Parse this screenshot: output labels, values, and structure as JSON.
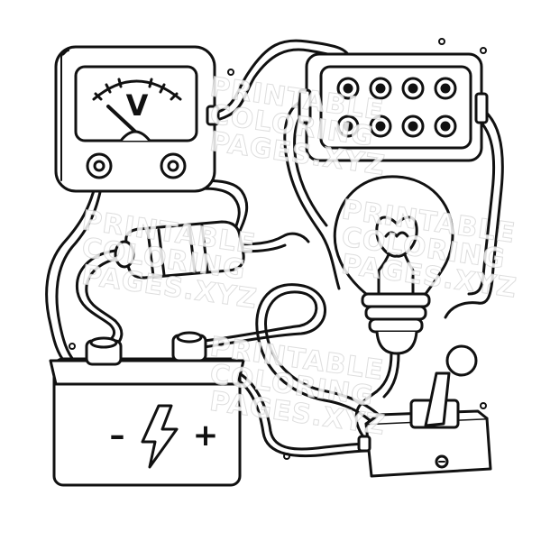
{
  "meter": {
    "unit_label": "V"
  },
  "battery": {
    "minus_label": "–",
    "plus_label": "+"
  },
  "watermarks": [
    {
      "line1": "PRINTABLE",
      "line2": "COLORING",
      "line3": "PAGES.XYZ"
    },
    {
      "line1": "PRINTABLE",
      "line2": "COLORING",
      "line3": "PAGES.XYZ"
    },
    {
      "line1": "PRINTABLE",
      "line2": "COLORING",
      "line3": "PAGES.XYZ"
    },
    {
      "line1": "PRINTABLE",
      "line2": "COLORING",
      "line3": "PAGES.XYZ"
    }
  ],
  "colors": {
    "ink": "#111111",
    "paper": "#ffffff",
    "watermark": "#d9d9d9"
  }
}
